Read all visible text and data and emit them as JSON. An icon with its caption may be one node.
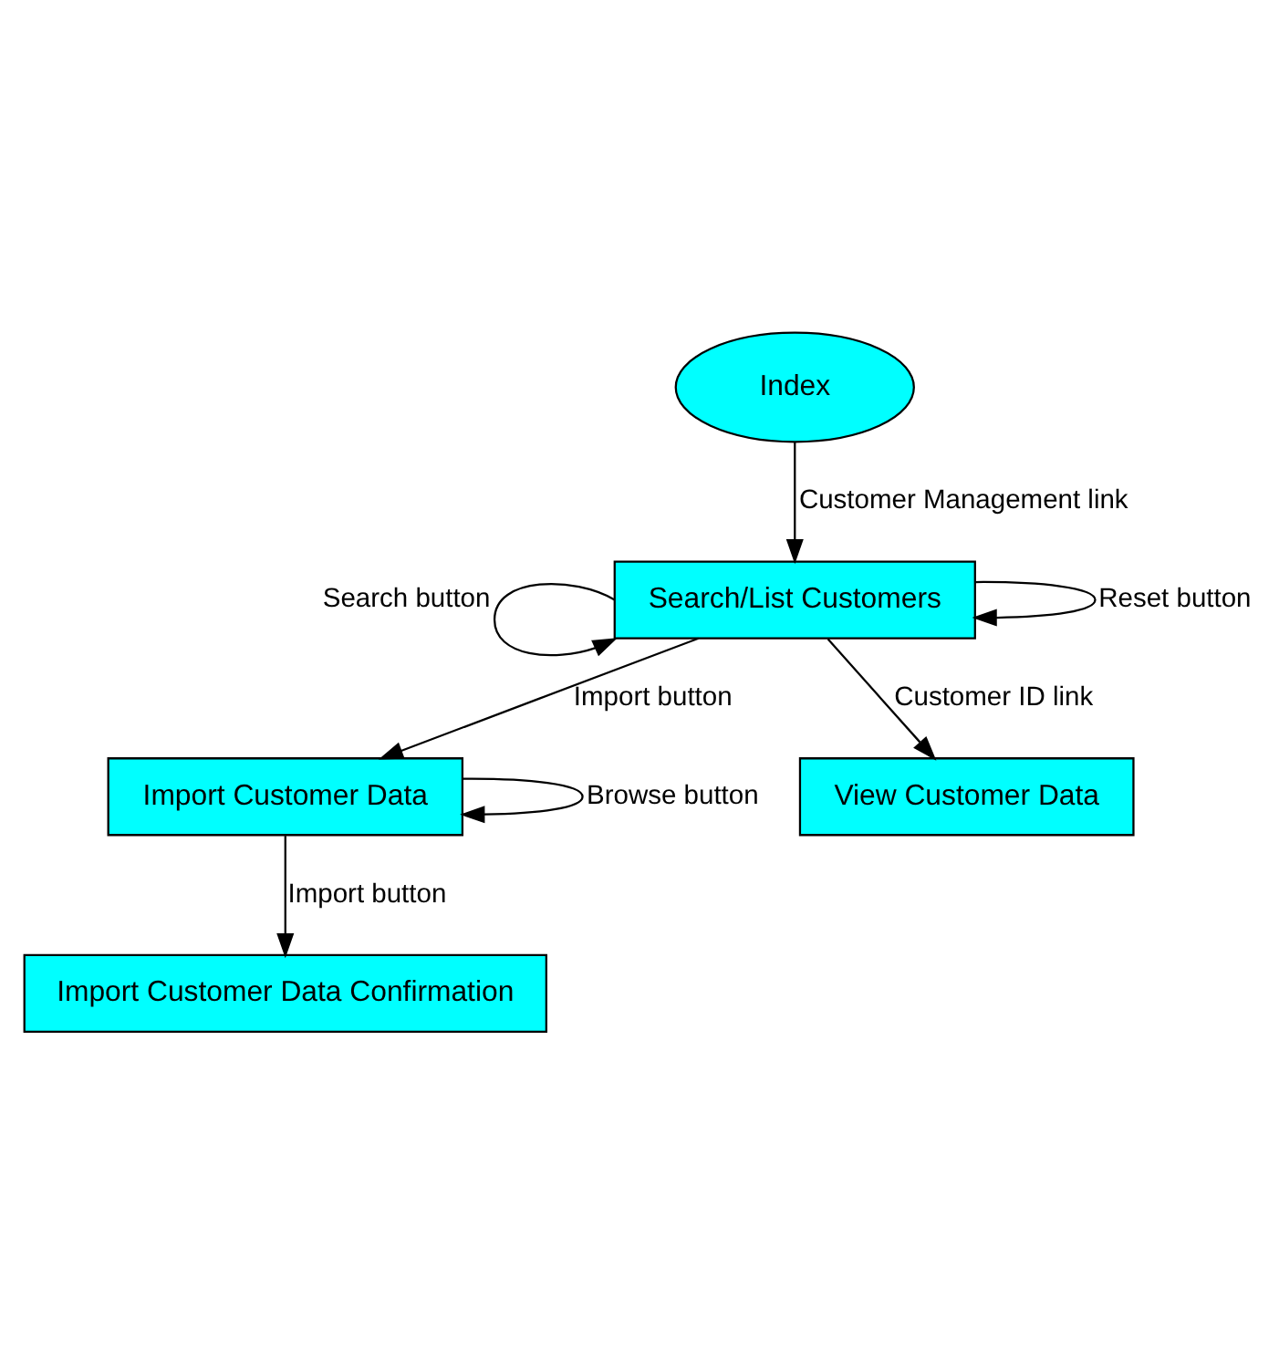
{
  "diagram": {
    "nodes": [
      {
        "text": [
          "Index"
        ]
      },
      {
        "text": [
          "Search/List Customers"
        ]
      },
      {
        "text": [
          "Import Customer Data"
        ]
      },
      {
        "text": [
          "View Customer Data"
        ]
      },
      {
        "text": [
          "Import Customer Data Confirmation"
        ]
      }
    ],
    "edges": [
      {
        "from": 0,
        "to": 1,
        "arrow": "to",
        "label": "Customer Management link"
      },
      {
        "from": 1,
        "to": 1,
        "arrow": "to",
        "label": "Search button"
      },
      {
        "from": 1,
        "to": 1,
        "arrow": "to",
        "label": "Reset button"
      },
      {
        "from": 1,
        "to": 2,
        "arrow": "to",
        "label": "Import button"
      },
      {
        "from": 1,
        "to": 3,
        "arrow": "to",
        "label": "Customer ID link"
      },
      {
        "from": 2,
        "to": 2,
        "arrow": "to",
        "label": "Browse button"
      },
      {
        "from": 2,
        "to": 4,
        "arrow": "to",
        "label": "Import button"
      }
    ]
  }
}
